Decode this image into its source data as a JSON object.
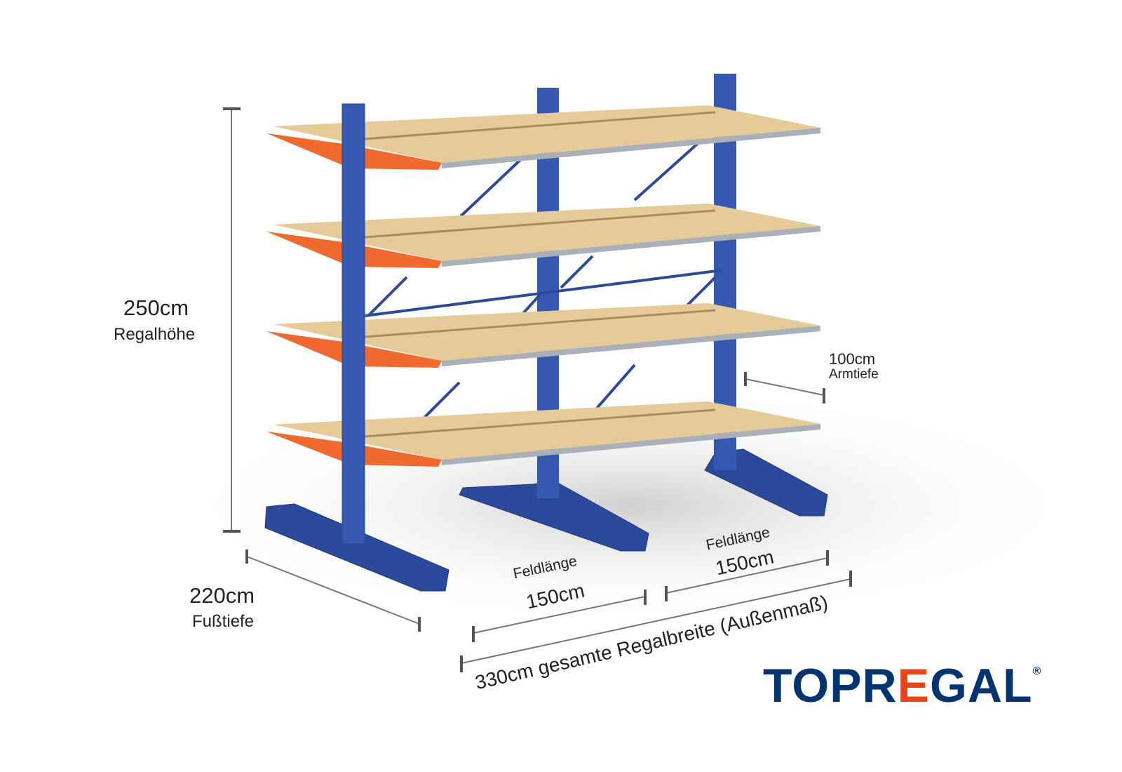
{
  "dimensions": {
    "height": {
      "value": "250cm",
      "label": "Regalhöhe"
    },
    "foot_depth": {
      "value": "220cm",
      "label": "Fußtiefe"
    },
    "arm_depth": {
      "value": "100cm",
      "label": "Armtiefe"
    },
    "field1": {
      "label": "Feldlänge",
      "value": "150cm"
    },
    "field2": {
      "label": "Feldlänge",
      "value": "150cm"
    },
    "total_width": "330cm gesamte Regalbreite  (Außenmaß)"
  },
  "logo": {
    "text_pre": "TOPR",
    "text_e": "E",
    "text_post": "GAL",
    "mark": "®"
  },
  "colors": {
    "column": "#2d4fa0",
    "arm": "#f06a2f",
    "board": "#e3c793",
    "logo_blue": "#053570",
    "logo_red": "#e8461a"
  }
}
